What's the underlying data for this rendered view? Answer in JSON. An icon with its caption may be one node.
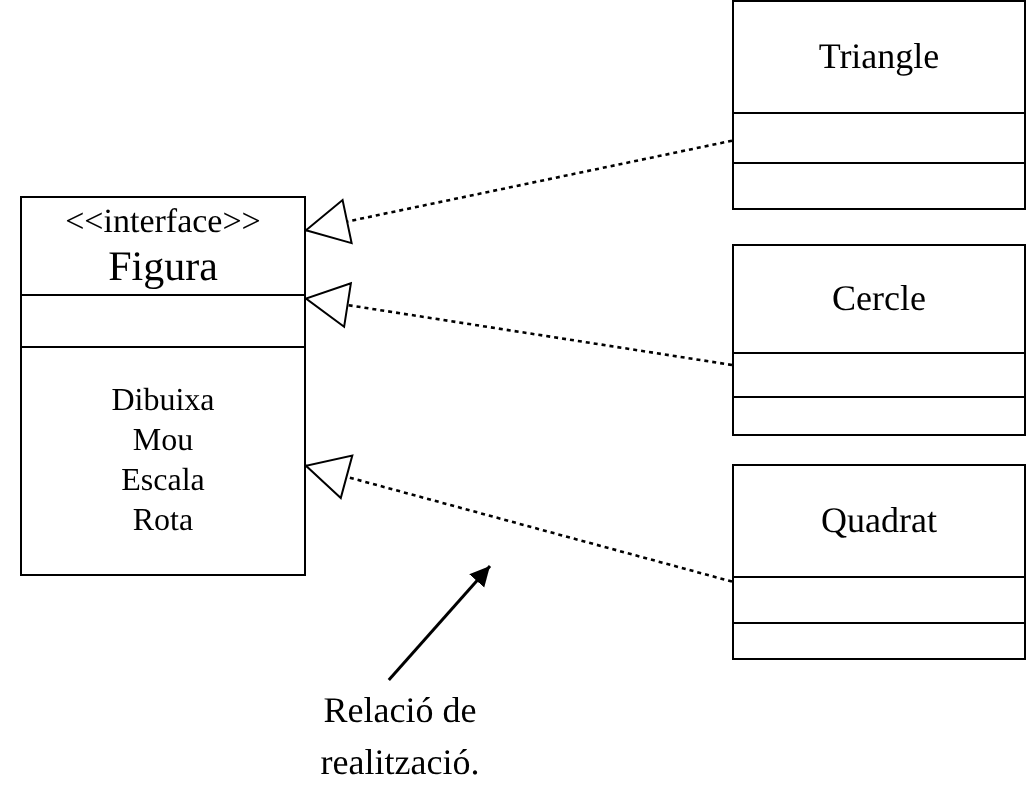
{
  "diagram": {
    "nodes": [
      {
        "text": [
          "<<interface>>",
          "Figura",
          "Dibuixa Mou Escala Rota"
        ]
      },
      {
        "text": [
          "Triangle"
        ]
      },
      {
        "text": [
          "Cercle"
        ]
      },
      {
        "text": [
          "Quadrat"
        ]
      },
      {
        "text": [
          "Relació de realització."
        ]
      }
    ],
    "edges": [
      {
        "from": 1,
        "to": 0,
        "arrow": "to",
        "style": "dashed"
      },
      {
        "from": 2,
        "to": 0,
        "arrow": "to",
        "style": "dashed"
      },
      {
        "from": 3,
        "to": 0,
        "arrow": "to",
        "style": "dashed"
      },
      {
        "from": 4,
        "to": null,
        "arrow": "to"
      }
    ]
  }
}
